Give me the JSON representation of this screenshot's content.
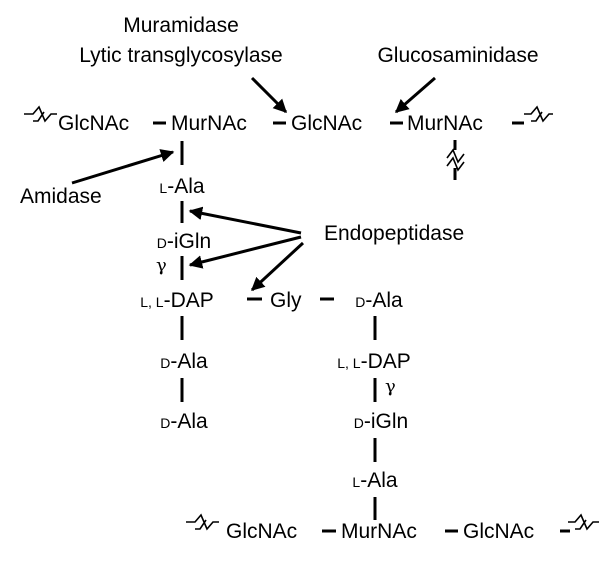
{
  "top_strand": {
    "sugars": [
      "GlcNAc",
      "MurNAc",
      "GlcNAc",
      "MurNAc"
    ]
  },
  "bottom_strand": {
    "sugars": [
      "GlcNAc",
      "MurNAc",
      "GlcNAc"
    ]
  },
  "left_stem": {
    "residues": [
      {
        "prefix": "L",
        "name": "-Ala"
      },
      {
        "prefix": "D",
        "name": "-iGln"
      },
      {
        "prefix": "L, L",
        "name": "-DAP"
      },
      {
        "prefix": "D",
        "name": "-Ala"
      },
      {
        "prefix": "D",
        "name": "-Ala"
      }
    ],
    "gamma": "γ"
  },
  "bridge": {
    "residue": "Gly"
  },
  "right_stem": {
    "residues": [
      {
        "prefix": "D",
        "name": "-Ala"
      },
      {
        "prefix": "L, L",
        "name": "-DAP"
      },
      {
        "prefix": "D",
        "name": "-iGln"
      },
      {
        "prefix": "L",
        "name": "-Ala"
      }
    ],
    "gamma": "γ"
  },
  "enzymes": {
    "muramidase": "Muramidase",
    "lytic_transglycosylase": "Lytic transglycosylase",
    "glucosaminidase": "Glucosaminidase",
    "amidase": "Amidase",
    "endopeptidase": "Endopeptidase"
  }
}
